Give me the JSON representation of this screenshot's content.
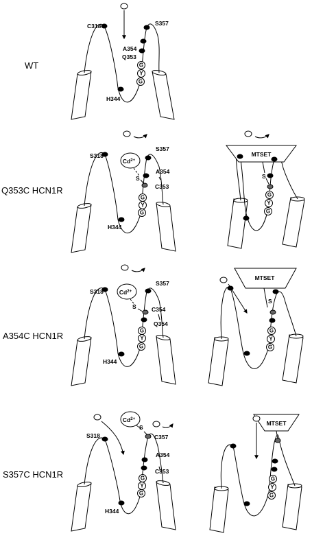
{
  "rows": [
    {
      "label": "WT"
    },
    {
      "label": "Q353C HCN1R"
    },
    {
      "label": "A354C HCN1R"
    },
    {
      "label": "S357C HCN1R"
    }
  ],
  "residues": {
    "C318": "C318",
    "S318": "S318",
    "S357": "S357",
    "C357": "C357",
    "A354": "A354",
    "C354": "C354",
    "Q353": "Q353",
    "Q354": "Q354",
    "C353": "C353",
    "H344": "H344"
  },
  "glycines": [
    "G",
    "Y",
    "G"
  ],
  "sulfur": "S",
  "cadmium": {
    "text": "Cd",
    "sup": "2+"
  },
  "mtset": "MTSET"
}
